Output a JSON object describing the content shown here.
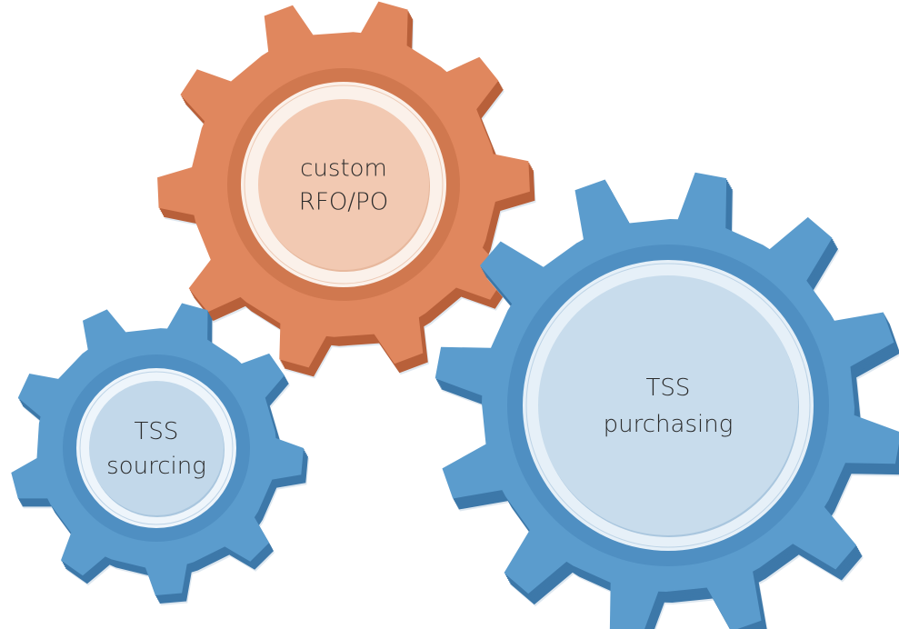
{
  "gears": [
    {
      "id": "custom",
      "lines": [
        "custom",
        "RFO/PO"
      ],
      "colors": {
        "top": "#e0875e",
        "side": "#b8603a",
        "ring": "#d0784f",
        "white": "#fbf1ea",
        "inner": "#f2c9b2",
        "innerEdge": "#e7b89d"
      }
    },
    {
      "id": "sourcing",
      "lines": [
        "TSS",
        "sourcing"
      ],
      "colors": {
        "top": "#5b9ccd",
        "side": "#3d78a9",
        "ring": "#4f8fc2",
        "white": "#eef5fb",
        "inner": "#c2d8ea",
        "innerEdge": "#a9c6de"
      }
    },
    {
      "id": "purchasing",
      "lines": [
        "TSS",
        "purchasing"
      ],
      "colors": {
        "top": "#5b9ccd",
        "side": "#3d78a9",
        "ring": "#4f8fc2",
        "white": "#e6f0f8",
        "inner": "#c8dcec",
        "innerEdge": "#a9c6de"
      }
    }
  ]
}
